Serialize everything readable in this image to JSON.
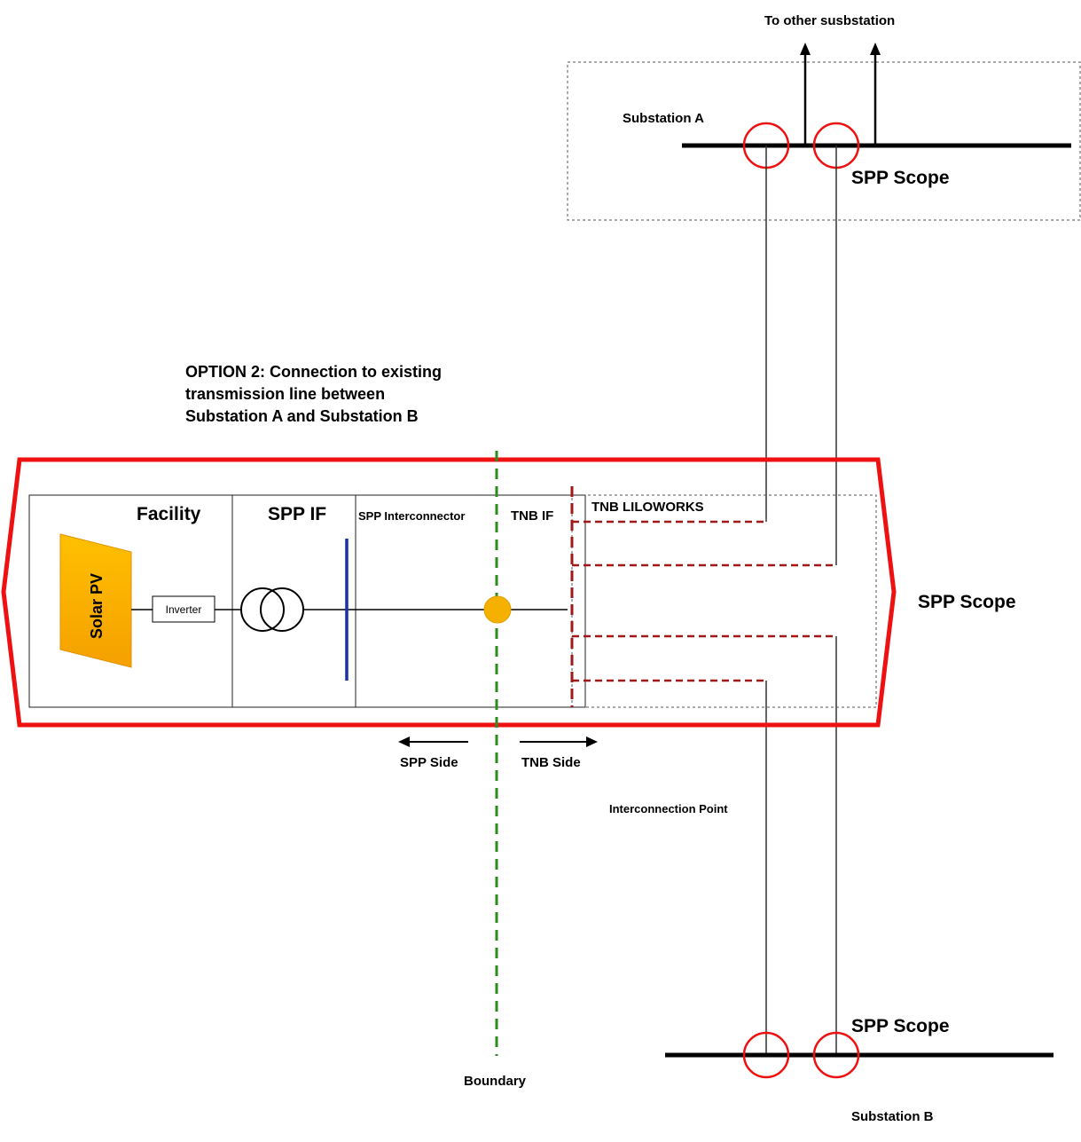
{
  "diagram": {
    "top_note": "To other susbstation",
    "substation_a": {
      "label": "Substation A",
      "scope_label": "SPP Scope"
    },
    "substation_b": {
      "label": "Substation B",
      "scope_label": "SPP Scope"
    },
    "option_title": {
      "line1": "OPTION 2: Connection to existing",
      "line2": "transmission line between",
      "line3": "Substation A and Substation B"
    },
    "main_scope_label": "SPP Scope",
    "sections": {
      "facility": "Facility",
      "spp_if": "SPP IF",
      "spp_interconnector": "SPP Interconnector",
      "tnb_if": "TNB IF",
      "tnb_liloworks": "TNB LILOWORKS"
    },
    "components": {
      "solar_pv": "Solar PV",
      "inverter": "Inverter"
    },
    "directions": {
      "spp_side": "SPP Side",
      "tnb_side": "TNB Side"
    },
    "interconnection_point": "Interconnection Point",
    "boundary": "Boundary",
    "colors": {
      "scope_outline": "#ee1111",
      "boundary_line": "#2e8b22",
      "busbar": "#1a2fa8",
      "lilo_dashed": "#a01818",
      "solar_fill_top": "#ffc000",
      "solar_fill_bottom": "#f5a000",
      "point_fill": "#f5b000"
    }
  }
}
